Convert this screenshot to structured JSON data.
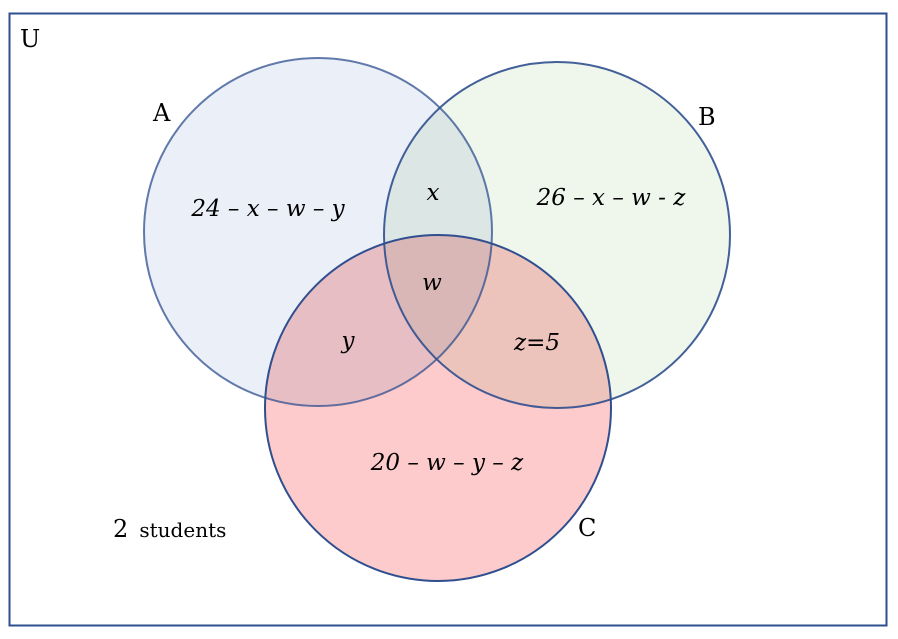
{
  "universe_label": "U",
  "sets": [
    {
      "label": "A",
      "region": "24 – x – w – y",
      "fill": "#eaeff8"
    },
    {
      "label": "B",
      "region": "26 – x – w - z",
      "fill": "#eff6ec"
    },
    {
      "label": "C",
      "region": "20 – w – y – z",
      "fill": "#fdcbcb"
    }
  ],
  "intersections": {
    "ab": "x",
    "abc": "w",
    "ac": "y",
    "bc": "z=5"
  },
  "outside": {
    "count": "2",
    "unit": "students"
  },
  "stroke": "#2f4f8f"
}
